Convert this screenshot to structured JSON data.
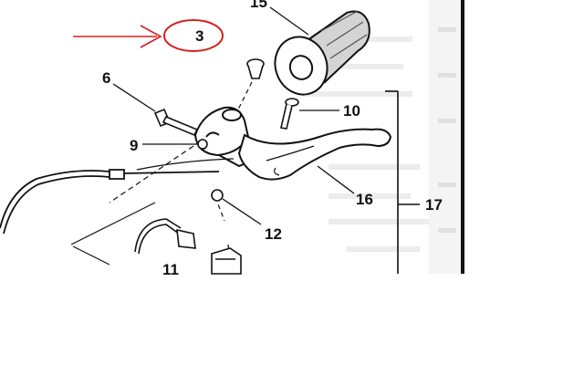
{
  "diagram": {
    "part_labels": {
      "p15": "15",
      "p3": "3",
      "p6": "6",
      "p10": "10",
      "p9": "9",
      "p16": "16",
      "p17": "17",
      "p12": "12",
      "p11": "11"
    },
    "highlighted_label": "3",
    "annotation_color": "#d62020",
    "line_color": "#111111",
    "background_color": "#ffffff"
  }
}
